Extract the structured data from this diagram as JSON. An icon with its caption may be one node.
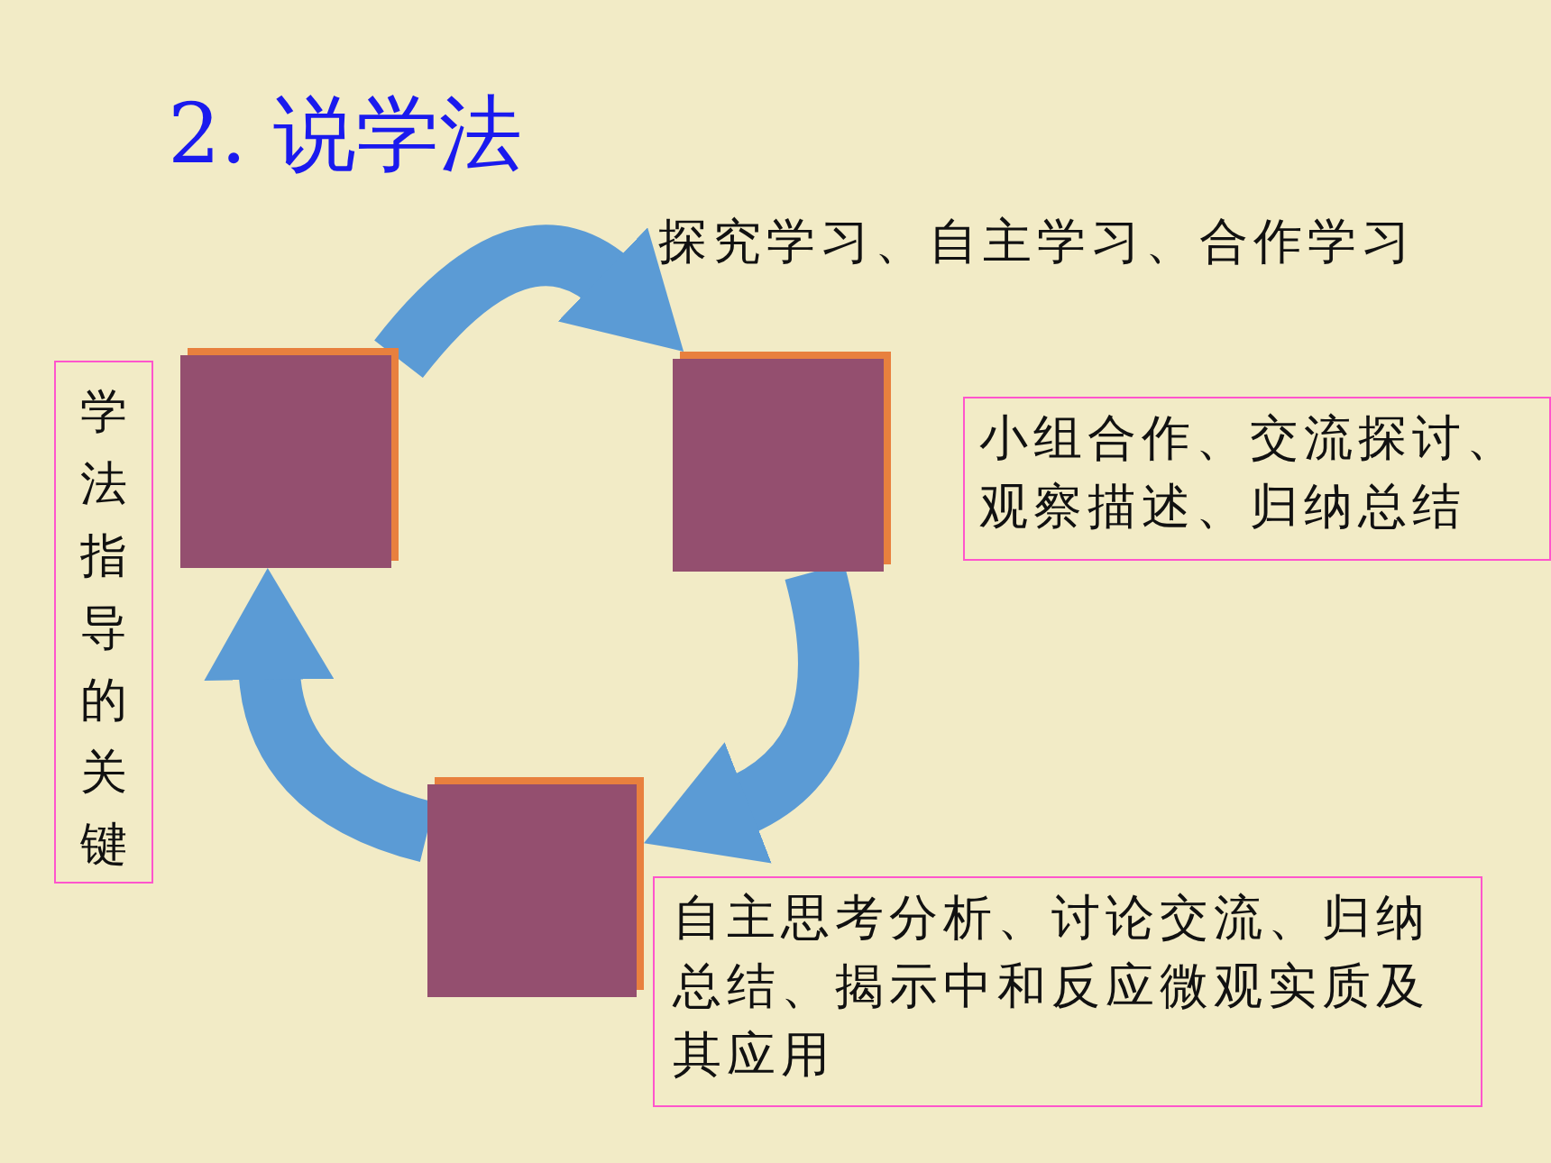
{
  "diagram": {
    "title": "2. 说学法",
    "nodes": [
      {
        "text": [],
        "shape": "box"
      },
      {
        "text": [],
        "shape": "box"
      },
      {
        "text": [
          "学法指导的关键"
        ]
      },
      {
        "text": [
          "小组合作、交流探讨、观察描述、归纳总结"
        ]
      },
      {
        "text": [],
        "shape": "box"
      },
      {
        "text": [
          "自主思考分析、讨论交流、归纳总结、揭示中和反应微观实质及其应用"
        ]
      }
    ],
    "edges": [
      {
        "from": 0,
        "to": 1,
        "arrow": "to"
      },
      {
        "from": 1,
        "to": 4,
        "arrow": "to"
      },
      {
        "from": 4,
        "to": 0,
        "arrow": "to"
      }
    ],
    "labels": [
      "探究学习、自主学习、合作学习"
    ]
  }
}
